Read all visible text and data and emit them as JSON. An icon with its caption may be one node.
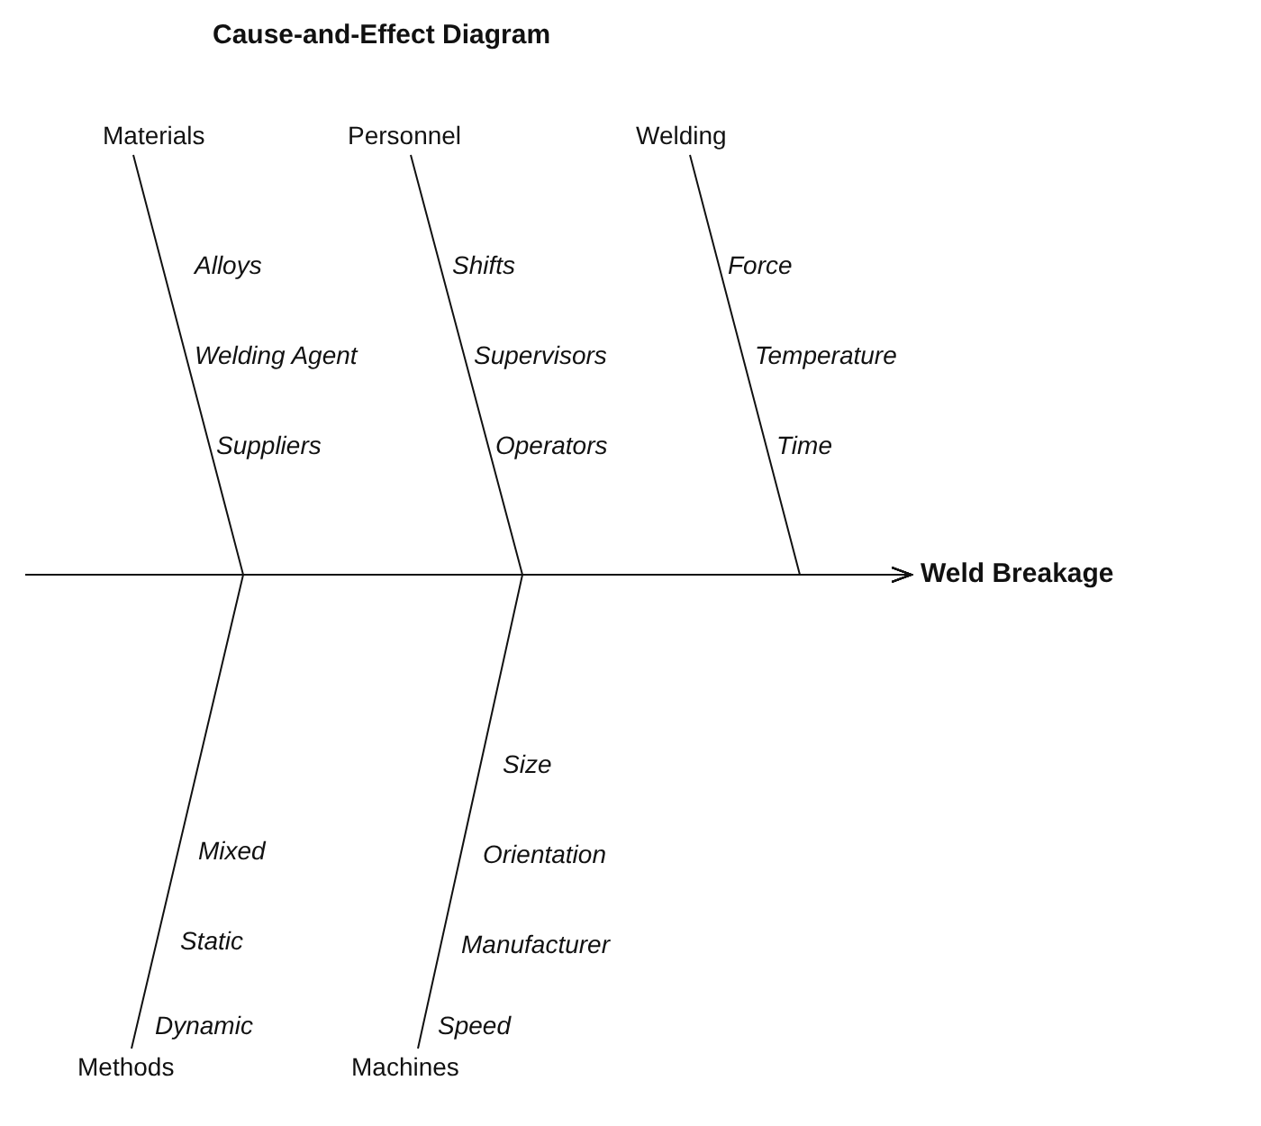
{
  "diagram": {
    "title": "Cause-and-Effect Diagram",
    "nodes": [
      {
        "text": [
          "Materials"
        ]
      },
      {
        "text": [
          "Personnel"
        ]
      },
      {
        "text": [
          "Welding"
        ]
      },
      {
        "text": [
          "Weld Breakage"
        ]
      },
      {
        "text": [
          "Methods"
        ]
      },
      {
        "text": [
          "Machines"
        ]
      }
    ],
    "edges": [
      {
        "from": 0,
        "to": 3,
        "arrow": "to"
      },
      {
        "from": 1,
        "to": 3,
        "arrow": "to"
      },
      {
        "from": 2,
        "to": 3,
        "arrow": "to"
      },
      {
        "from": 4,
        "to": 3,
        "arrow": "to"
      },
      {
        "from": 5,
        "to": 3,
        "arrow": "to"
      },
      {
        "from": null,
        "to": 3,
        "arrow": "to"
      }
    ],
    "labels": [
      "Alloys",
      "Shifts",
      "Force",
      "Welding Agent",
      "Supervisors",
      "Temperature",
      "Suppliers",
      "Operators",
      "Time",
      "Size",
      "Mixed",
      "Orientation",
      "Static",
      "Manufacturer",
      "Dynamic",
      "Speed"
    ]
  }
}
